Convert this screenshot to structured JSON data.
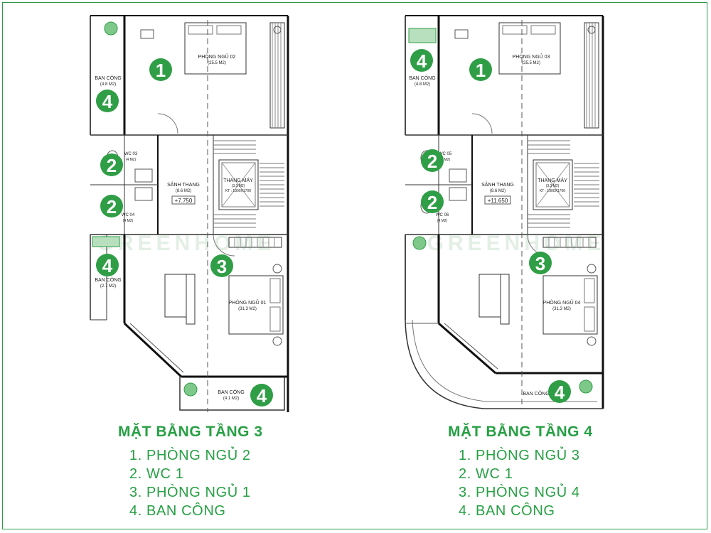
{
  "watermark": "GREENHOME",
  "floors": [
    {
      "title": "MẶT BẰNG TẦNG 3",
      "legend": [
        "1. PHÒNG NGỦ 2",
        "2. WC 1",
        "3. PHÒNG NGỦ 1",
        "4. BAN CÔNG"
      ],
      "rooms": {
        "bedroom_top": {
          "name": "PHÒNG NGỦ 02",
          "area": "(25.5 M2)"
        },
        "balcony_top": {
          "name": "BAN CÔNG",
          "area": "(4.8 M2)"
        },
        "wc_a": {
          "name": "WC 03",
          "area": "(4 M2)"
        },
        "wc_b": {
          "name": "WC 04",
          "area": "(4 M2)"
        },
        "hall": {
          "name": "SẢNH THANG",
          "area": "(8.6 M2)",
          "level": "+7.750"
        },
        "elevator": {
          "name": "THANG MÁY",
          "area": "(3.3 M2)",
          "size": "KT : 1900X1700"
        },
        "bedroom_bottom": {
          "name": "PHÒNG NGỦ 01",
          "area": "(31.3 M2)"
        },
        "balcony_mid": {
          "name": "BAN CÔNG",
          "area": "(2.7 M2)"
        },
        "balcony_bottom": {
          "name": "BAN CÔNG",
          "area": "(4.1 M2)"
        }
      },
      "markers": [
        "1",
        "2",
        "2",
        "3",
        "4",
        "4",
        "4"
      ]
    },
    {
      "title": "MẶT BẰNG TẦNG 4",
      "legend": [
        "1. PHÒNG NGỦ 3",
        "2. WC 1",
        "3. PHÒNG NGỦ 4",
        "4. BAN CÔNG"
      ],
      "rooms": {
        "bedroom_top": {
          "name": "PHÒNG NGỦ 03",
          "area": "(25.5 M2)"
        },
        "balcony_top": {
          "name": "BAN CÔNG",
          "area": "(4.8 M2)"
        },
        "wc_a": {
          "name": "WC 05",
          "area": "(4 M2)"
        },
        "wc_b": {
          "name": "WC 06",
          "area": "(4 M2)"
        },
        "hall": {
          "name": "SẢNH THANG",
          "area": "(8.6 M2)",
          "level": "+11.650"
        },
        "elevator": {
          "name": "THANG MÁY",
          "area": "(3.3 M2)",
          "size": "KT : 1900X1700"
        },
        "bedroom_bottom": {
          "name": "PHÒNG NGỦ 04",
          "area": "(31.3 M2)"
        },
        "balcony_bottom": {
          "name": "BAN CÔNG"
        }
      },
      "markers": [
        "1",
        "2",
        "2",
        "3",
        "4",
        "4"
      ]
    }
  ],
  "colors": {
    "accent": "#27a044",
    "marker": "#2f9e46",
    "wall": "#111111",
    "plan_line": "#555555"
  }
}
